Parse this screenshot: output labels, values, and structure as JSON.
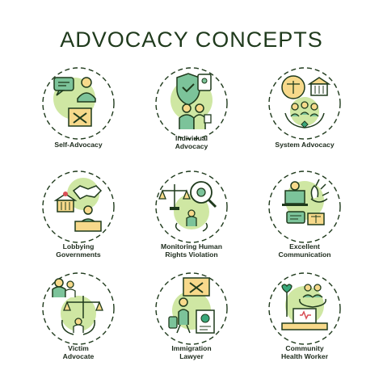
{
  "title": "ADVOCACY CONCEPTS",
  "colors": {
    "green_light": "#cfe7a3",
    "green_mid": "#7cc39a",
    "outline": "#1f3a1c",
    "yellow": "#f7d98b",
    "red": "#d94f56",
    "accent_teal": "#3aa87b"
  },
  "concepts": [
    {
      "label": "Self-Advocacy",
      "icon": "speech-bubble-gavel-icon"
    },
    {
      "label": "Individual\nAdvocacy",
      "icon": "shield-check-person-icon"
    },
    {
      "label": "System Advocacy",
      "icon": "scales-building-people-icon"
    },
    {
      "label": "Lobbying\nGovernments",
      "icon": "handshake-building-icon"
    },
    {
      "label": "Monitoring Human\nRights Violation",
      "icon": "magnifier-scales-icon"
    },
    {
      "label": "Excellent\nCommunication",
      "icon": "ok-hand-laptop-icon"
    },
    {
      "label": "Victim\nAdvocate",
      "icon": "scales-hands-people-icon"
    },
    {
      "label": "Immigration\nLawyer",
      "icon": "traveler-document-icon"
    },
    {
      "label": "Community\nHealth Worker",
      "icon": "heart-hands-people-icon"
    }
  ]
}
